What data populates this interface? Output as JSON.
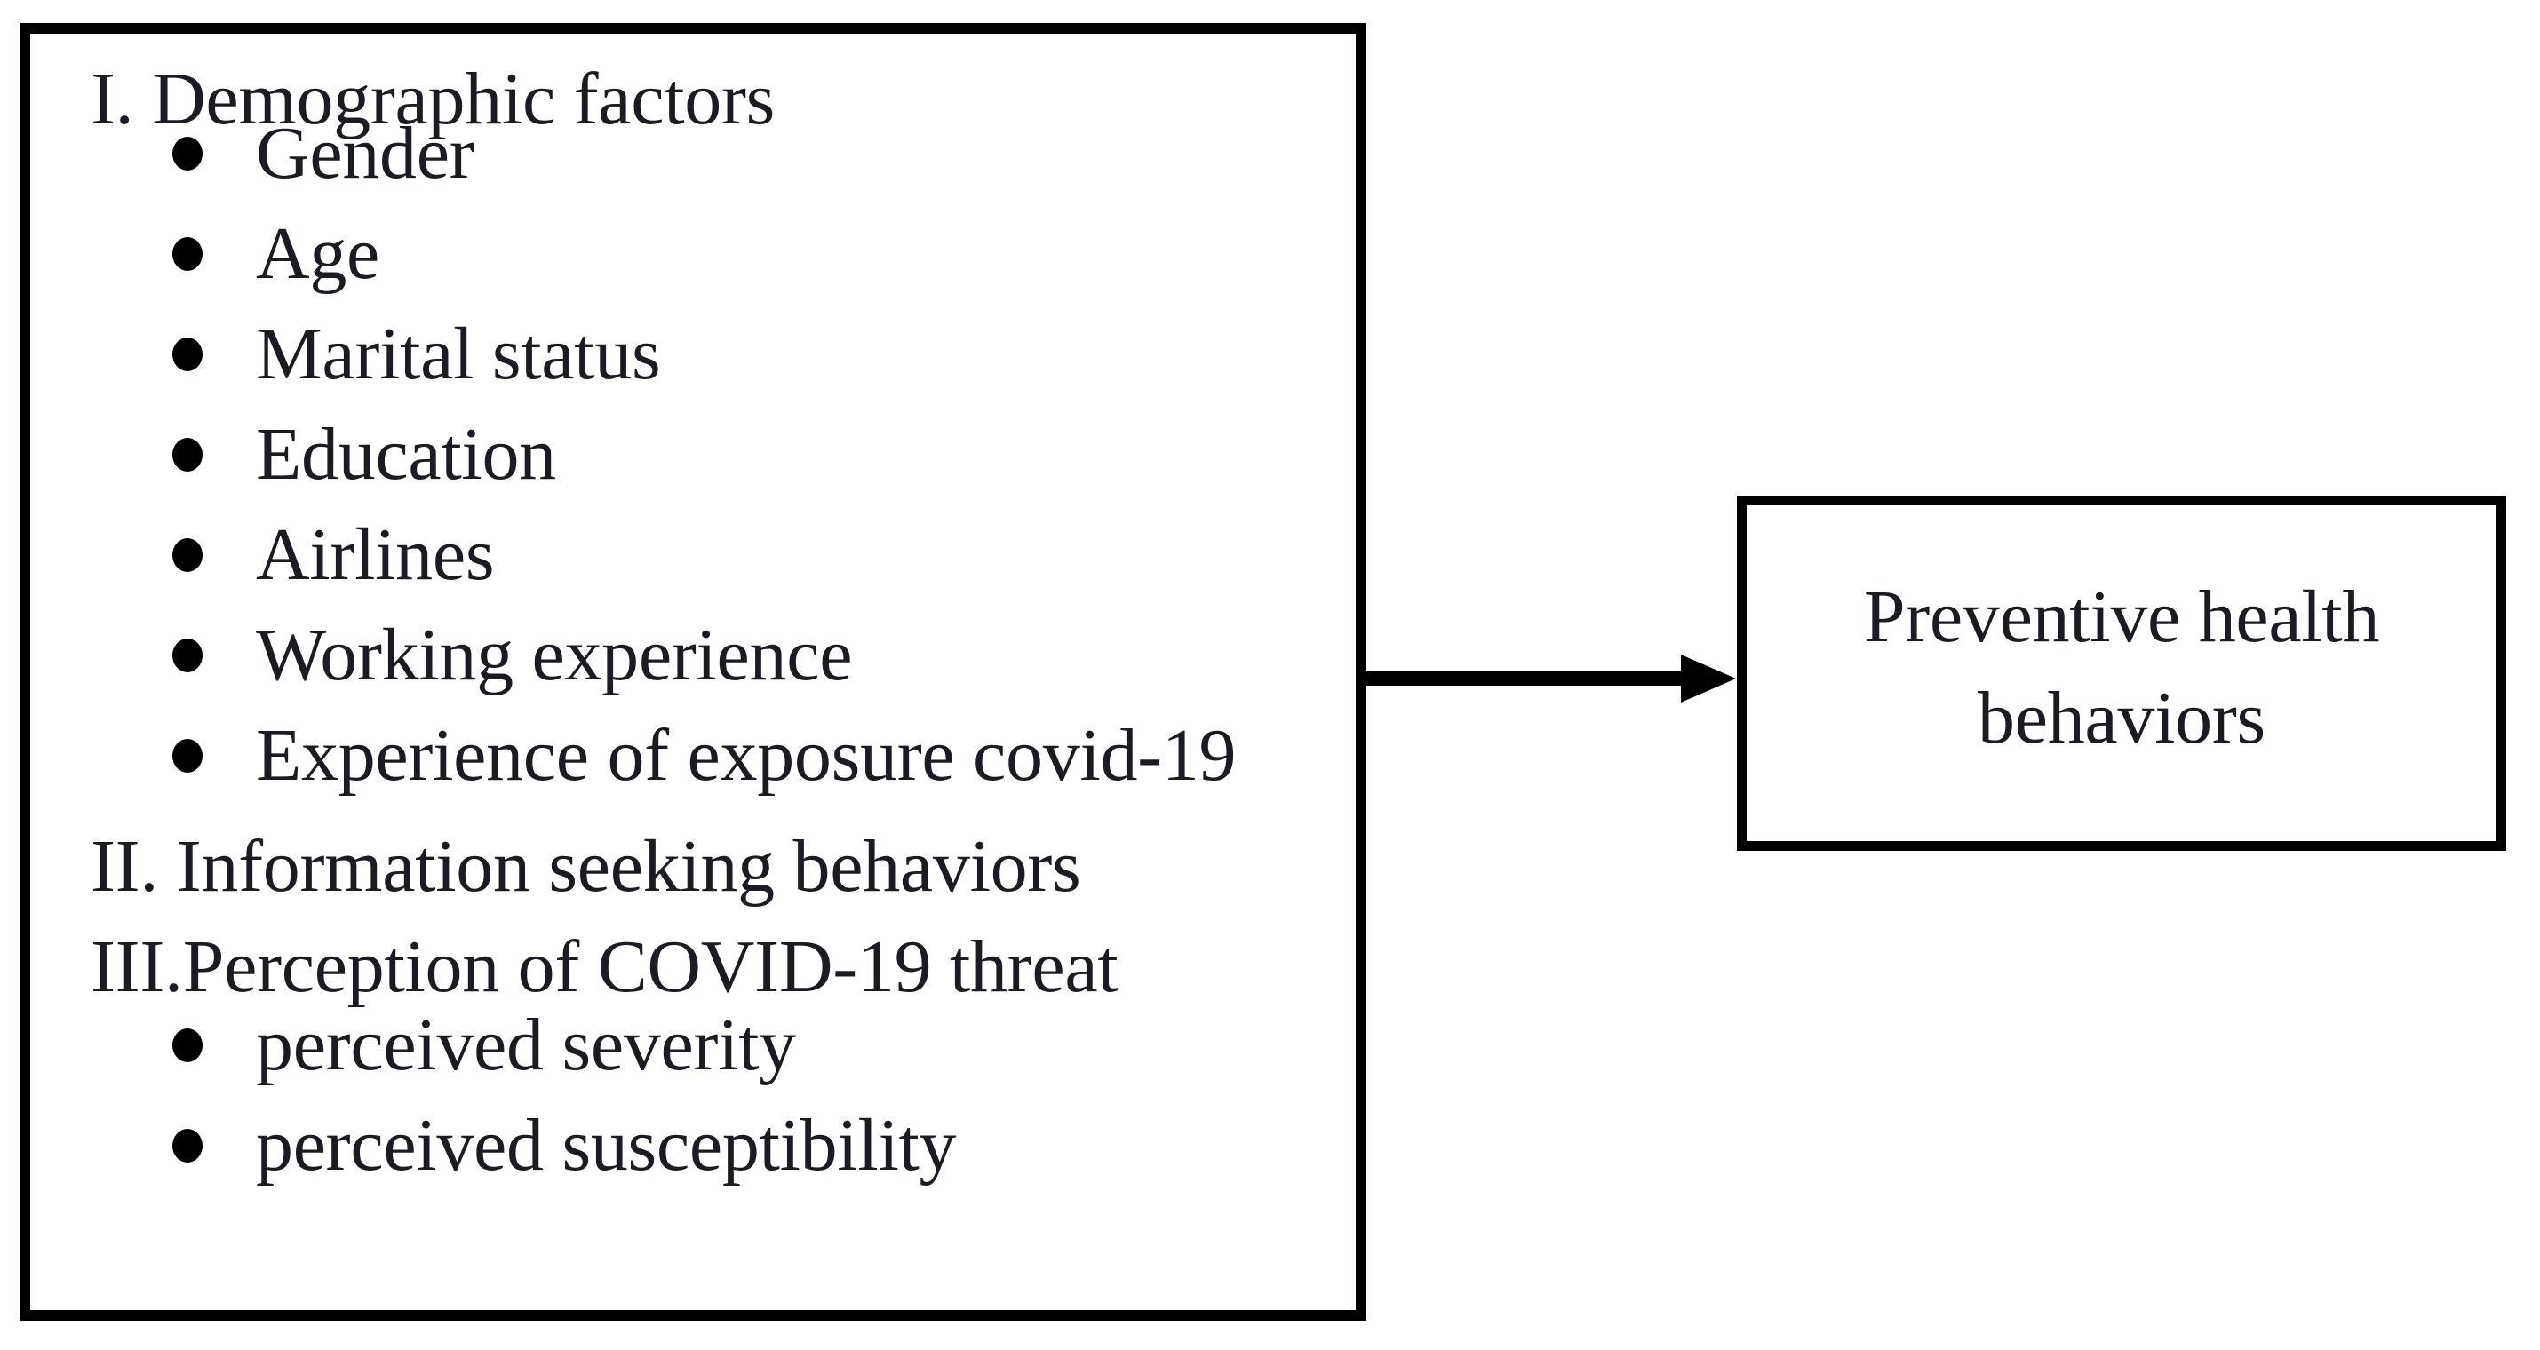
{
  "diagram": {
    "type": "flow-diagram",
    "colors": {
      "background": "#ffffff",
      "border": "#000000",
      "text": "#1b1b24",
      "arrow": "#000000"
    },
    "factors_box": {
      "sections": [
        {
          "numeral": "I. Demographic factors",
          "bullets": [
            "Gender",
            "Age",
            "Marital status",
            "Education",
            "Airlines",
            "Working experience",
            "Experience of exposure covid-19"
          ]
        },
        {
          "numeral": "II. Information seeking behaviors",
          "bullets": []
        },
        {
          "numeral": "III.Perception of COVID-19 threat",
          "bullets": [
            "perceived severity",
            "perceived susceptibility"
          ]
        }
      ]
    },
    "connector": {
      "icon": "arrow-right-icon",
      "direction": "left-to-right"
    },
    "outcome_box": {
      "line1": "Preventive health",
      "line2": "behaviors",
      "label": "Preventive health behaviors"
    }
  }
}
